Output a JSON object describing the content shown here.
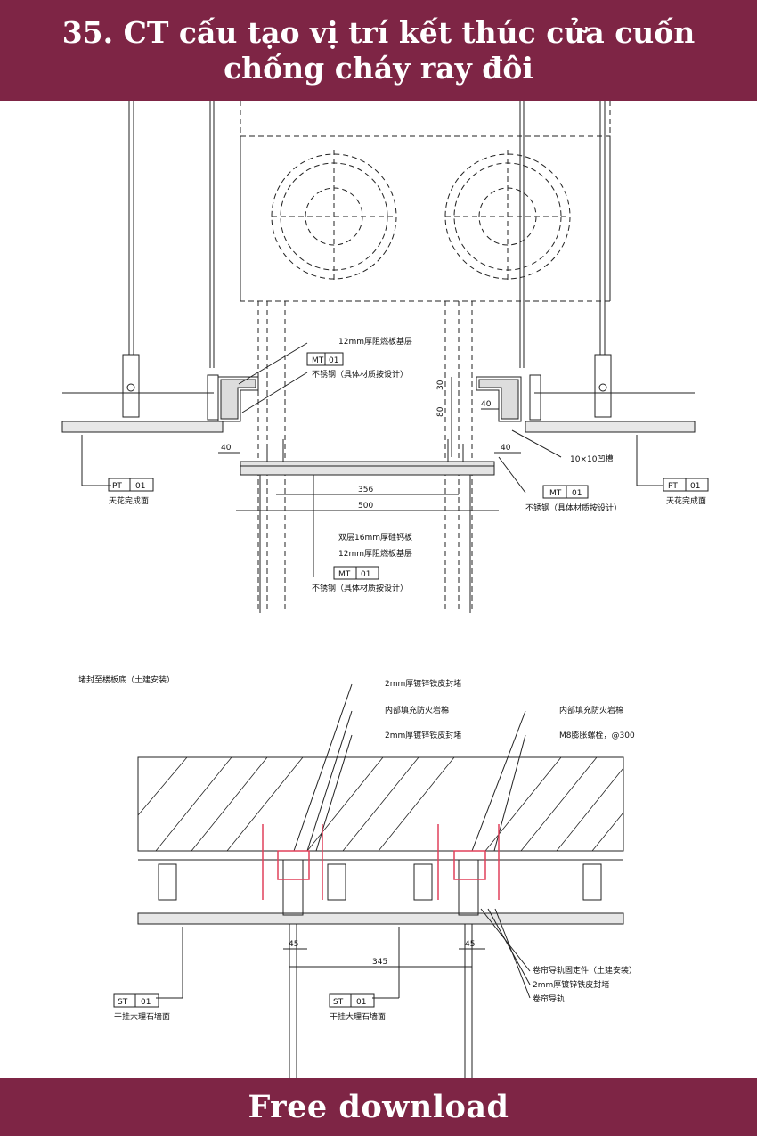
{
  "header": {
    "title": "35. CT cấu tạo vị trí kết thúc cửa cuốn chống cháy ray đôi"
  },
  "footer": {
    "label": "Free download"
  },
  "colors": {
    "banner": "#7e2545",
    "banner_text": "#ffffff",
    "redline": "#e0405a"
  },
  "top_drawing": {
    "labels": {
      "board_12mm": "12mm厚阻燃板基层",
      "mt_tag": "MT",
      "mt_num": "01",
      "steel_left": "不锈钢（具体材质按设计）",
      "steel_right": "不锈钢（具体材质按设计）",
      "groove": "10×10凹槽",
      "pt_tag": "PT",
      "pt_num": "01",
      "ceiling": "天花完成面",
      "double_board": "双层16mm厚硅钙板",
      "board_12mm_b": "12mm厚阻燃板基层",
      "steel_bottom": "不锈钢（具体材质按设计）"
    },
    "dims": {
      "d40_left": "40",
      "d40_right": "40",
      "d40_right2": "40",
      "d356": "356",
      "d500": "500",
      "d30": "30",
      "d80": "80"
    }
  },
  "bottom_drawing": {
    "labels": {
      "wall_note": "堵封至楼板底（土建安装）",
      "galv_top": "2mm厚镀锌铁皮封堵",
      "rockwool_left": "内部填充防火岩棉",
      "galv_left": "2mm厚镀锌铁皮封堵",
      "rockwool_right": "内部填充防火岩棉",
      "bolt": "M8膨胀螺栓，@300",
      "rail_fix": "卷帘导轨固定件（土建安装）",
      "galv_bottom": "2mm厚镀锌铁皮封堵",
      "rail": "卷帘导轨",
      "st_tag": "ST",
      "st_num": "01",
      "marble": "干挂大理石墙面"
    },
    "dims": {
      "d45_left": "45",
      "d45_right": "45",
      "d345": "345"
    }
  }
}
